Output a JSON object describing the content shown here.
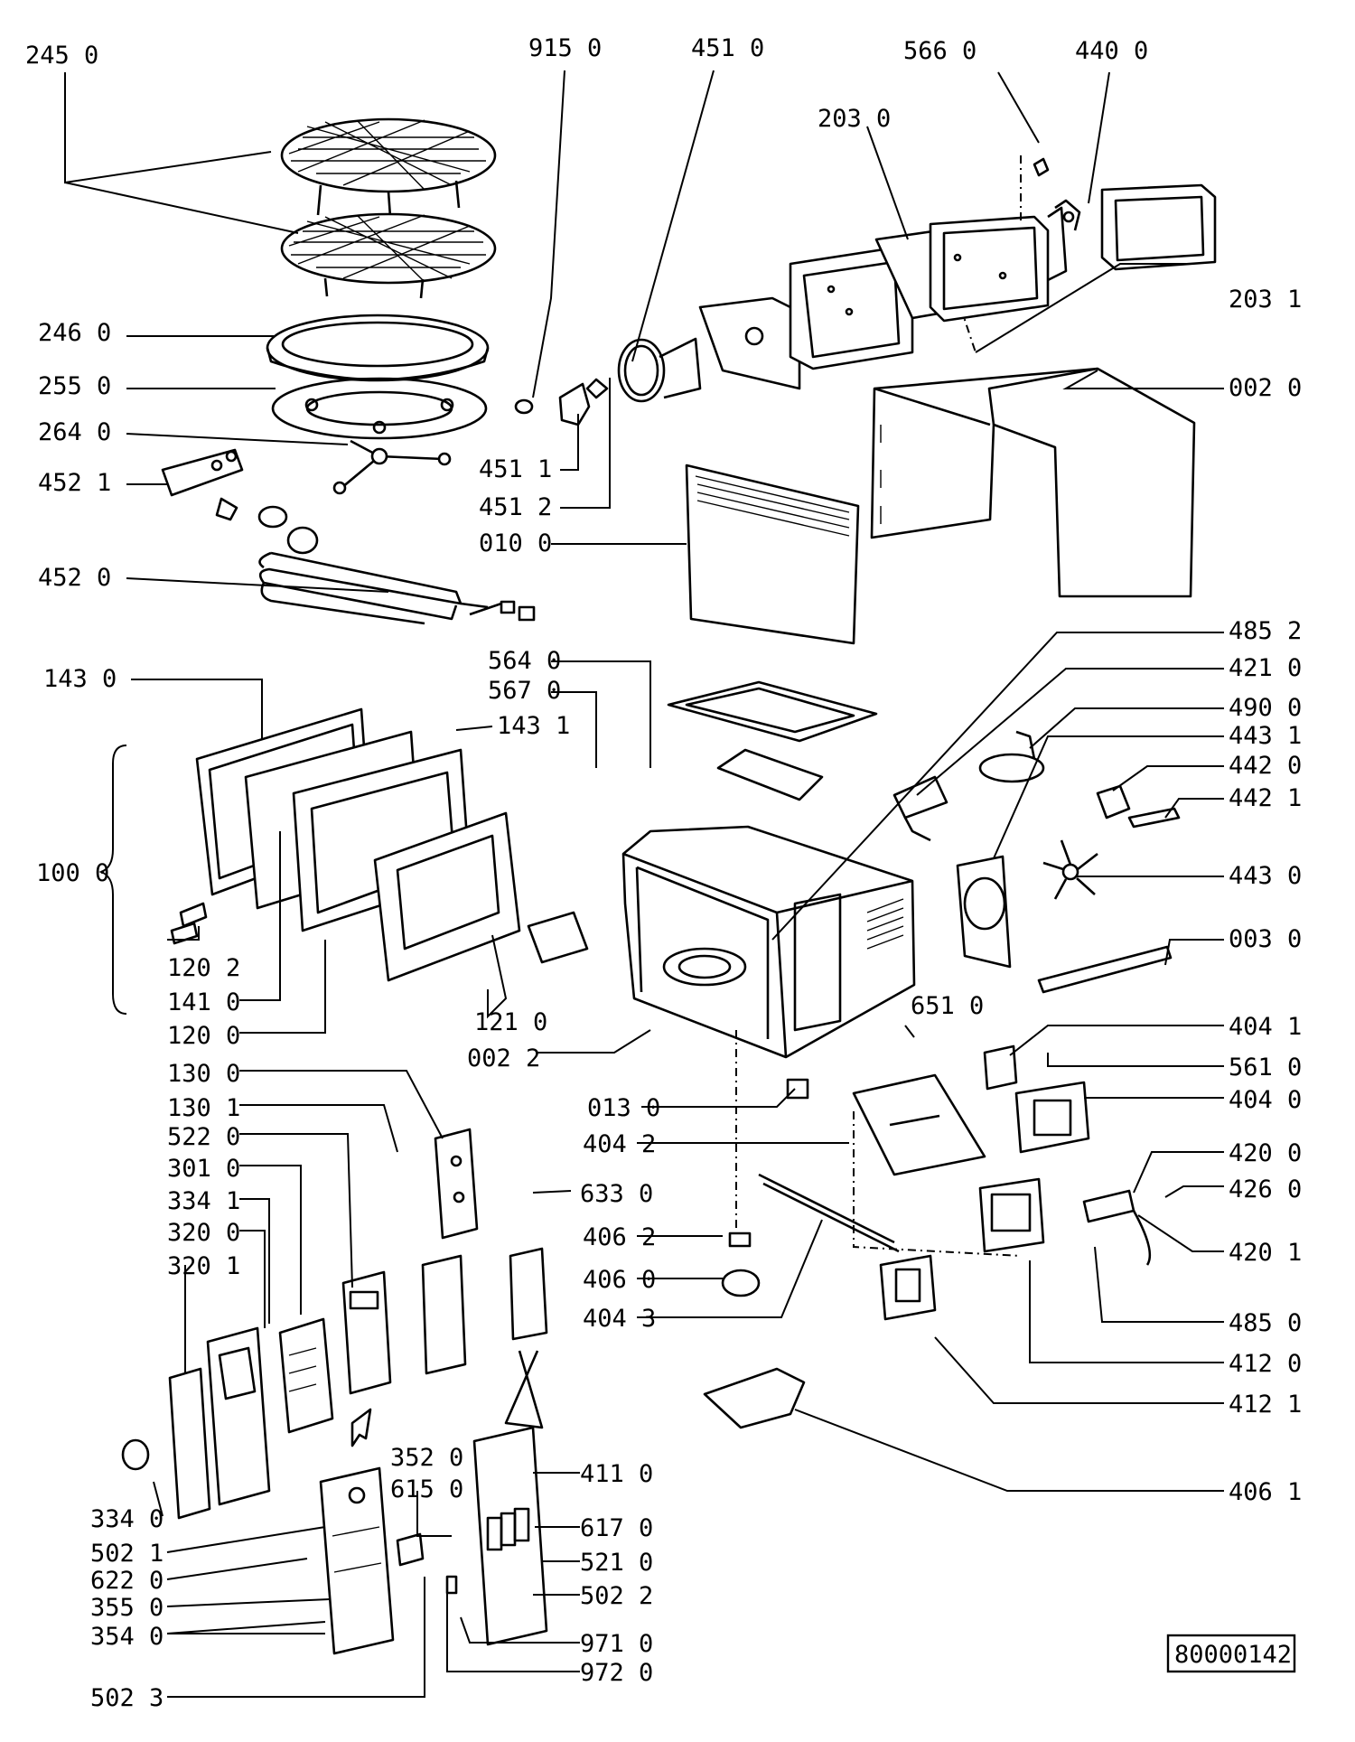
{
  "document_number": "80000142",
  "parts": [
    {
      "id": "245_0",
      "label": "245  0"
    },
    {
      "id": "915_0",
      "label": "915  0"
    },
    {
      "id": "451_0",
      "label": "451  0"
    },
    {
      "id": "566_0",
      "label": "566  0"
    },
    {
      "id": "440_0",
      "label": "440  0"
    },
    {
      "id": "203_0",
      "label": "203  0"
    },
    {
      "id": "203_1",
      "label": "203  1"
    },
    {
      "id": "246_0",
      "label": "246  0"
    },
    {
      "id": "255_0",
      "label": "255  0"
    },
    {
      "id": "264_0",
      "label": "264  0"
    },
    {
      "id": "452_1",
      "label": "452  1"
    },
    {
      "id": "451_1",
      "label": "451  1"
    },
    {
      "id": "451_2",
      "label": "451  2"
    },
    {
      "id": "002_0",
      "label": "002  0"
    },
    {
      "id": "010_0",
      "label": "010  0"
    },
    {
      "id": "452_0",
      "label": "452  0"
    },
    {
      "id": "485_2",
      "label": "485  2"
    },
    {
      "id": "564_0",
      "label": "564  0"
    },
    {
      "id": "421_0",
      "label": "421  0"
    },
    {
      "id": "143_0",
      "label": "143  0"
    },
    {
      "id": "567_0",
      "label": "567  0"
    },
    {
      "id": "490_0",
      "label": "490  0"
    },
    {
      "id": "143_1",
      "label": "143  1"
    },
    {
      "id": "443_1",
      "label": "443  1"
    },
    {
      "id": "442_0",
      "label": "442  0"
    },
    {
      "id": "442_1",
      "label": "442  1"
    },
    {
      "id": "100_0",
      "label": "100  0"
    },
    {
      "id": "443_0",
      "label": "443  0"
    },
    {
      "id": "003_0",
      "label": "003  0"
    },
    {
      "id": "120_2",
      "label": "120  2"
    },
    {
      "id": "141_0",
      "label": "141  0"
    },
    {
      "id": "651_0",
      "label": "651  0"
    },
    {
      "id": "121_0",
      "label": "121  0"
    },
    {
      "id": "404_1",
      "label": "404  1"
    },
    {
      "id": "120_0",
      "label": "120  0"
    },
    {
      "id": "002_2",
      "label": "002  2"
    },
    {
      "id": "561_0",
      "label": "561  0"
    },
    {
      "id": "130_0",
      "label": "130  0"
    },
    {
      "id": "013_0",
      "label": "013  0"
    },
    {
      "id": "404_0",
      "label": "404  0"
    },
    {
      "id": "130_1",
      "label": "130  1"
    },
    {
      "id": "522_0",
      "label": "522  0"
    },
    {
      "id": "404_2",
      "label": "404  2"
    },
    {
      "id": "420_0",
      "label": "420  0"
    },
    {
      "id": "301_0",
      "label": "301  0"
    },
    {
      "id": "633_0",
      "label": "633  0"
    },
    {
      "id": "426_0",
      "label": "426  0"
    },
    {
      "id": "334_1",
      "label": "334  1"
    },
    {
      "id": "406_2",
      "label": "406  2"
    },
    {
      "id": "320_0",
      "label": "320  0"
    },
    {
      "id": "420_1",
      "label": "420  1"
    },
    {
      "id": "320_1",
      "label": "320  1"
    },
    {
      "id": "406_0",
      "label": "406  0"
    },
    {
      "id": "404_3",
      "label": "404  3"
    },
    {
      "id": "485_0",
      "label": "485  0"
    },
    {
      "id": "412_0",
      "label": "412  0"
    },
    {
      "id": "412_1",
      "label": "412  1"
    },
    {
      "id": "352_0",
      "label": "352  0"
    },
    {
      "id": "411_0",
      "label": "411  0"
    },
    {
      "id": "615_0",
      "label": "615  0"
    },
    {
      "id": "406_1",
      "label": "406  1"
    },
    {
      "id": "334_0",
      "label": "334  0"
    },
    {
      "id": "617_0",
      "label": "617  0"
    },
    {
      "id": "502_1",
      "label": "502  1"
    },
    {
      "id": "521_0",
      "label": "521  0"
    },
    {
      "id": "622_0",
      "label": "622  0"
    },
    {
      "id": "502_2",
      "label": "502  2"
    },
    {
      "id": "355_0",
      "label": "355  0"
    },
    {
      "id": "354_0",
      "label": "354  0"
    },
    {
      "id": "971_0",
      "label": "971  0"
    },
    {
      "id": "972_0",
      "label": "972  0"
    },
    {
      "id": "502_3",
      "label": "502  3"
    }
  ]
}
